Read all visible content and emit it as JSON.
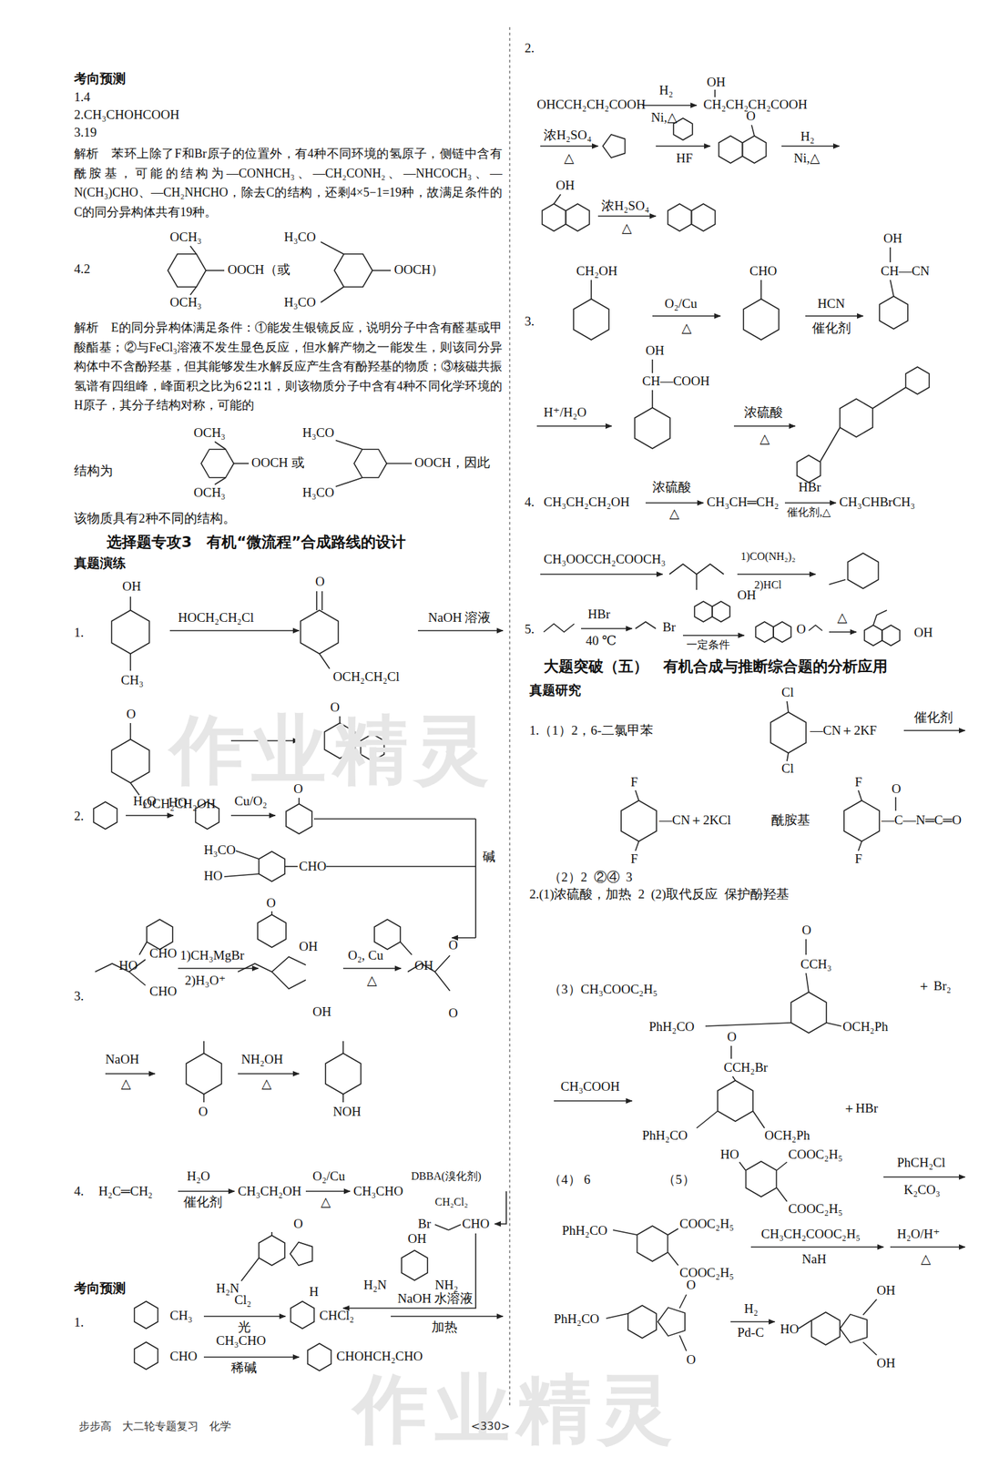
{
  "diagram": {
    "labels": [
      "考向预测",
      "1.4",
      "2.CH₃CHOHCOOH",
      "3.19",
      "解析　苯环上除了F和Br原子的位置外，有4种不同环境的氢原子，侧链中含有酰胺基，可能的结构为—CONHCH₃、—CH₂CONH₂、—NHCOCH₃、—N(CH₃)CHO、—CH₂NHCHO，除去C的结构，还剩4×5−1=19种，故满足条件的C的同分异构体共有19种。",
      "4.2",
      "OCH₃",
      "OOCH（或",
      "OCH₃",
      "H₃CO",
      "OOCH）",
      "H₃CO",
      "解析　E的同分异构体满足条件：①能发生银镜反应，说明分子中含有醛基或甲酸酯基；②与FeCl₃溶液不发生显色反应，但水解产物之一能发生，则该同分异构体中不含酚羟基，但其能够发生水解反应产生含有酚羟基的物质；③核磁共振氢谱有四组峰，峰面积之比为6∶2∶1∶1，则该物质分子中含有4种不同化学环境的H原子，其分子结构对称，可能的",
      "结构为",
      "OCH₃",
      "OOCH 或",
      "OCH₃",
      "H₃CO",
      "OOCH，因此",
      "H₃CO",
      "该物质具有2种不同的结构。",
      "选择题专攻3　有机“微流程”合成路线的设计",
      "真题演练",
      "1.",
      "OH",
      "CH₃",
      "HOCH₂CH₂Cl",
      "O",
      "OCH₂CH₂Cl",
      "NaOH 溶液",
      "O",
      "OCH₂CH₂OH",
      "O",
      "2.",
      "H₂O",
      "HO",
      "Cu/O₂",
      "O",
      "碱",
      "H₃CO",
      "HO",
      "CHO",
      "O",
      "HO",
      "OH",
      "3.",
      "CHO",
      "CHO",
      "1)CH₃MgBr",
      "2)H₃O⁺",
      "OH",
      "OH",
      "O₂, Cu",
      "△",
      "O",
      "O",
      "NaOH",
      "△",
      "O",
      "NH₂OH",
      "△",
      "NOH",
      "4.",
      "H₂C═CH₂",
      "H₂O",
      "催化剂",
      "CH₃CH₂OH",
      "O₂/Cu",
      "△",
      "CH₃CHO",
      "DBBA(溴化剂)",
      "CH₂Cl₂",
      "Br",
      "CHO",
      "OH",
      "H₂N",
      "NH₂",
      "O",
      "H₂N",
      "H",
      "考向预测",
      "1.",
      "CH₃",
      "Cl₂",
      "光",
      "CHCl₂",
      "NaOH 水溶液",
      "加热",
      "CHO",
      "CH₃CHO",
      "稀碱",
      "CHOHCH₂CHO",
      "步步高　大二轮专题复习　化学",
      "<330>",
      "2.",
      "OHCCH₂CH₂COOH",
      "H₂",
      "Ni,△",
      "OH",
      "CH₂CH₂CH₂COOH",
      "浓H₂SO₄",
      "△",
      "HF",
      "O",
      "H₂",
      "Ni,△",
      "OH",
      "浓H₂SO₄",
      "△",
      "3.",
      "CH₂OH",
      "O₂/Cu",
      "△",
      "CHO",
      "HCN",
      "催化剂",
      "OH",
      "CH—CN",
      "OH",
      "CH—COOH",
      "H⁺/H₂O",
      "浓硫酸",
      "△",
      "4.",
      "CH₃CH₂CH₂OH",
      "浓硫酸",
      "△",
      "CH₃CH═CH₂",
      "HBr",
      "催化剂,△",
      "CH₃CHBrCH₃",
      "CH₃OOCCH₂COOCH₃",
      "1)CO(NH₂)₂",
      "2)HCl",
      "5.",
      "HBr",
      "40 ℃",
      "Br",
      "OH",
      "一定条件",
      "O",
      "△",
      "OH",
      "大题突破（五）　有机合成与推断综合题的分析应用",
      "真题研究",
      "1.（1）2，6-二氯甲苯",
      "Cl",
      "—CN＋2KF",
      "Cl",
      "催化剂",
      "F",
      "—CN＋2KCl",
      "F",
      "酰胺基",
      "F",
      "O",
      "—C—N═C═O",
      "F",
      "（2）2  ②④  3",
      "2.(1)浓硫酸，加热  2  (2)取代反应  保护酚羟基",
      "O",
      "CCH₃",
      "（3）CH₃COOC₂H₅",
      "PhH₂CO",
      "OCH₂Ph",
      "＋ Br₂",
      "O",
      "CCH₂Br",
      "CH₃COOH",
      "＋HBr",
      "PhH₂CO",
      "OCH₂Ph",
      "（4） 6",
      "（5）",
      "HO",
      "COOC₂H₅",
      "COOC₂H₅",
      "PhCH₂Cl",
      "K₂CO₃",
      "PhH₂CO",
      "COOC₂H₅",
      "COOC₂H₅",
      "CH₃CH₂COOC₂H₅",
      "NaH",
      "H₂O/H⁺",
      "△",
      "PhH₂CO",
      "O",
      "O",
      "H₂",
      "Pd-C",
      "HO",
      "OH",
      "OH",
      "作业精灵",
      "作业精灵"
    ]
  }
}
